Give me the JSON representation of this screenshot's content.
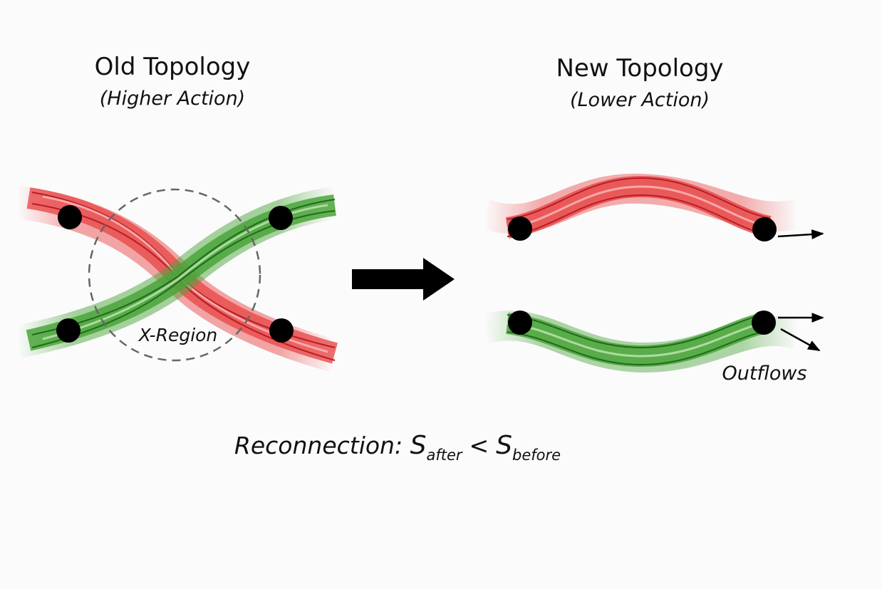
{
  "panels": {
    "old": {
      "title": "Old Topology",
      "subtitle": "(Higher Action)",
      "region_label": "X-Region"
    },
    "new": {
      "title": "New Topology",
      "subtitle": "(Lower Action)",
      "outflow_label": "Outflows"
    }
  },
  "caption": {
    "prefix": "Reconnection: ",
    "s_symbol": "S",
    "after_sub": "after",
    "relation": "<",
    "before_sub": "before"
  },
  "colors": {
    "red_tube": "#e84a4a",
    "red_tube_dark": "#b81d24",
    "red_tube_light": "#f7b1b1",
    "green_tube": "#4aa43a",
    "green_tube_dark": "#1f6b1a",
    "green_tube_light": "#b6e0a8",
    "footpoint": "#000000",
    "region_circle": "#666666",
    "arrow": "#000000"
  },
  "icons": {
    "transition_arrow": "right-arrow-icon",
    "footpoint": "filled-circle",
    "outflow_arrow": "thin-arrow-icon"
  }
}
